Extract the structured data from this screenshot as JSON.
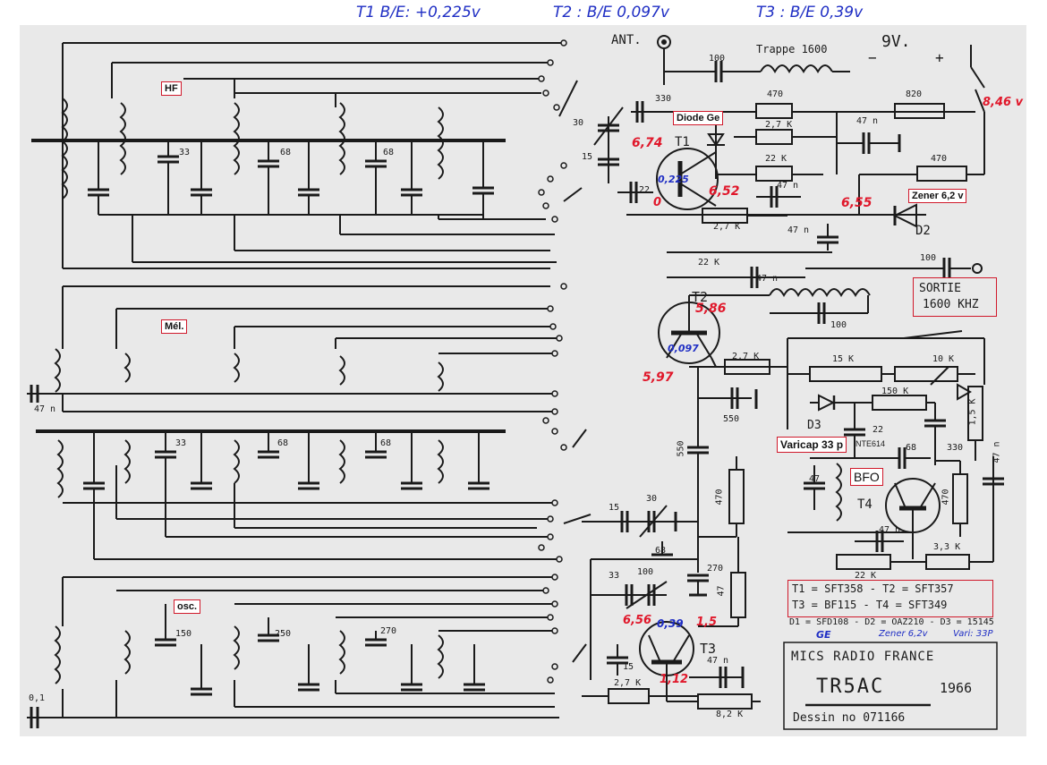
{
  "header": {
    "t1": "T1  B/E: +0,225v",
    "t2": "T2 : B/E  0,097v",
    "t3": "T3 : B/E   0,39v"
  },
  "sections": {
    "hf": "HF",
    "mel": "Mél.",
    "osc": "osc."
  },
  "callouts": {
    "diode": "Diode Ge",
    "zener": "Zener 6,2 v",
    "sortie_1": "SORTIE",
    "sortie_2": "1600 KHZ",
    "varicap": "Varicap 33 p",
    "nte": "NTE614",
    "bfo": "BFO"
  },
  "labels": {
    "ant": "ANT.",
    "supply": "9V.",
    "minus": "−",
    "plus": "+",
    "trappe": "Trappe 1600",
    "t1": "T1",
    "t2": "T2",
    "t3": "T3",
    "t4": "T4",
    "d2": "D2",
    "d3": "D3",
    "r470_top": "470",
    "r820": "820",
    "r2k7_a": "2,7 K",
    "r22k_a": "22 K",
    "r470_b": "470",
    "c47n_a": "47 n",
    "c47n_b": "47 n",
    "c100_a": "100",
    "c330_a": "330",
    "c30": "30",
    "c15": "15",
    "c22": "22",
    "r2k7_b": "2,7 K",
    "r22k_b": "22 K",
    "c47n_c": "47 n",
    "c47n_d": "47 n",
    "c100_out": "100",
    "c100_mel": "100",
    "r2k7_c": "2,7 K",
    "c550_a": "550",
    "c550_b": "550",
    "r470_c": "470",
    "r15k": "15 K",
    "r10k": "10 K",
    "r150k": "150 K",
    "c22_b": "22",
    "r1k5": "1,5 K",
    "c47_bfo": "47",
    "c68_bfo": "68",
    "c330_bfo": "330",
    "r470_bfo": "470",
    "c47n_bfo": "47 n",
    "r3k3": "3,3 K",
    "r22k_bfo": "22 K",
    "c47n_e": "47 n",
    "c270": "270",
    "r47": "47",
    "c15_osc": "15",
    "c30_osc": "30",
    "c68_osc": "68",
    "c33_osc": "33",
    "c100_osc": "100",
    "c15_t3": "15",
    "r2k7_d": "2,7 K",
    "c47n_f": "47 n",
    "r8k2": "8,2 K",
    "c33_hf": "33",
    "c68_hf1": "68",
    "c68_hf2": "68",
    "c47n_mel": "47 n",
    "c33_mel": "33",
    "c68_mel1": "68",
    "c68_mel2": "68",
    "c150": "150",
    "c250": "250",
    "c270_osc": "270",
    "c01": "0,1"
  },
  "voltages": {
    "v846": "8,46 v",
    "v674": "6,74",
    "v652": "6,52",
    "v655": "6,55",
    "v0": "0",
    "v0225": "0,225",
    "v586": "5,86",
    "v0097": "0,097",
    "v597": "5,97",
    "v656": "6,56",
    "v039": "0,39",
    "v15": "1,5",
    "v112": "1,12"
  },
  "components_box": {
    "line1": "T1 = SFT358 - T2 = SFT357",
    "line2": "T3 = BF115 - T4 = SFT349",
    "line3": "D1 = SFD108 - D2 = OAZ210 - D3 = 15145",
    "line4_ge": "GE",
    "line4_zener": "Zener 6,2v",
    "line4_vari": "Vari: 33P"
  },
  "title_block": {
    "company": "MICS RADIO FRANCE",
    "model": "TR5AC",
    "year": "1966",
    "drawing": "Dessin no 071166"
  },
  "colors": {
    "ink": "#1a1a1a",
    "paper": "#e9e9e9",
    "red": "#e0182b",
    "blue": "#1f2ec4"
  }
}
